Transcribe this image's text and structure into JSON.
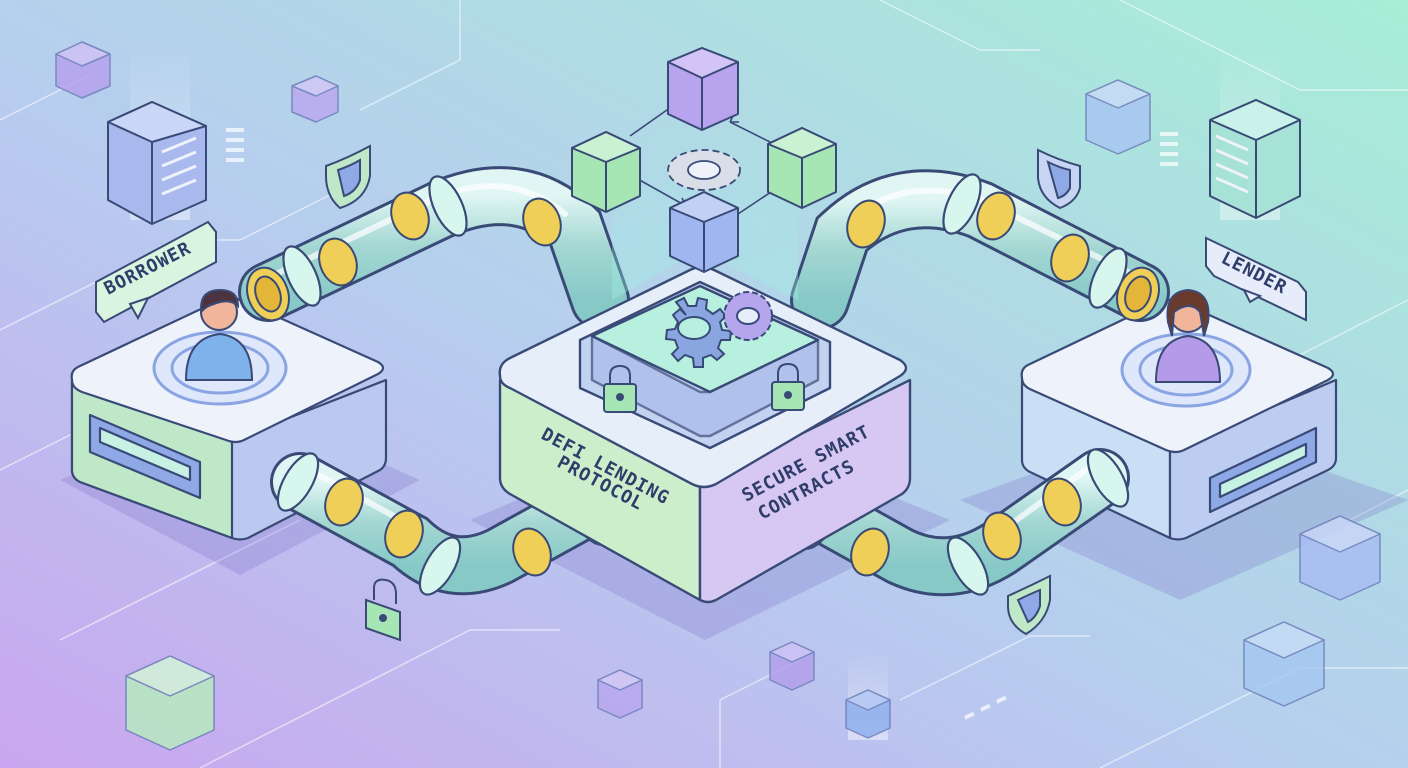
{
  "labels": {
    "borrower": "BORROWER",
    "lender": "LENDER",
    "protocol_line1": "DEFI LENDING",
    "protocol_line2": "PROTOCOL",
    "contracts_line1": "SECURE SMART",
    "contracts_line2": "CONTRACTS"
  },
  "colors": {
    "bg_left": "#c7a8f0",
    "bg_mid": "#b6cdef",
    "bg_right": "#a8ecd6",
    "platform_top": "#eef3fb",
    "platform_side_left": "#b9e6c7",
    "platform_side_right": "#b7c9ef",
    "hub_left": "#cbecc9",
    "hub_right": "#d5c7f1",
    "pipe": "#bff0e4",
    "coin": "#f0cf58",
    "outline": "#3a4a77",
    "cube_purple": "#b8a3ee",
    "cube_green": "#a6e6b5",
    "cube_blue": "#a9bff2"
  },
  "icons": [
    "user-icon",
    "lock-icon",
    "shield-icon",
    "gear-icon",
    "coin-icon",
    "cube-icon",
    "server-icon"
  ]
}
